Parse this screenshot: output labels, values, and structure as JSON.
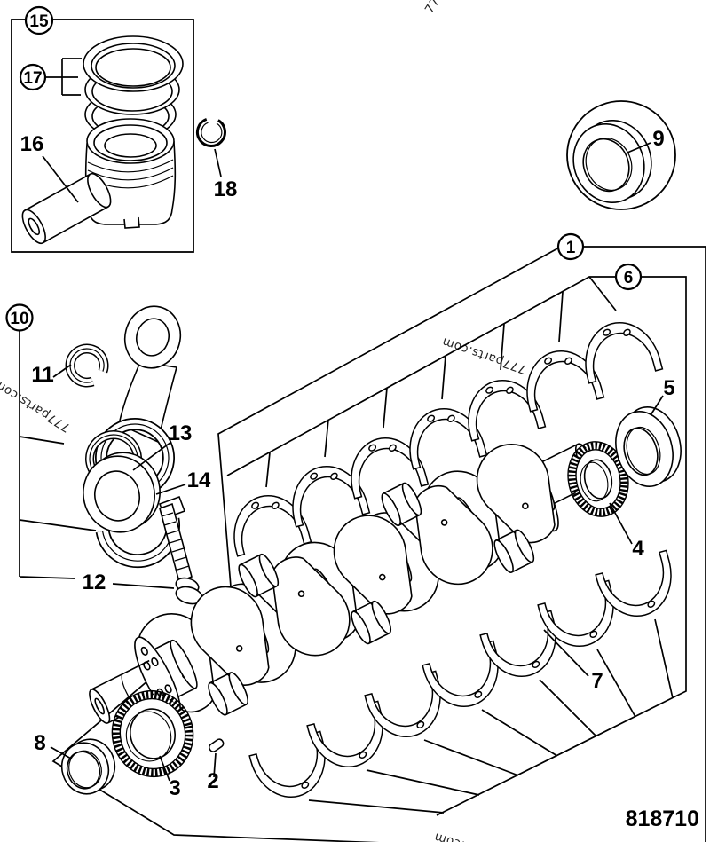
{
  "diagram": {
    "part_number": "818710",
    "watermark": "777parts.com",
    "callouts": {
      "c1": "1",
      "c2": "2",
      "c3": "3",
      "c4": "4",
      "c5": "5",
      "c6": "6",
      "c7": "7",
      "c8": "8",
      "c9": "9",
      "c10": "10",
      "c11": "11",
      "c12": "12",
      "c13": "13",
      "c14": "14",
      "c15": "15",
      "c16": "16",
      "c17": "17",
      "c18": "18"
    }
  }
}
